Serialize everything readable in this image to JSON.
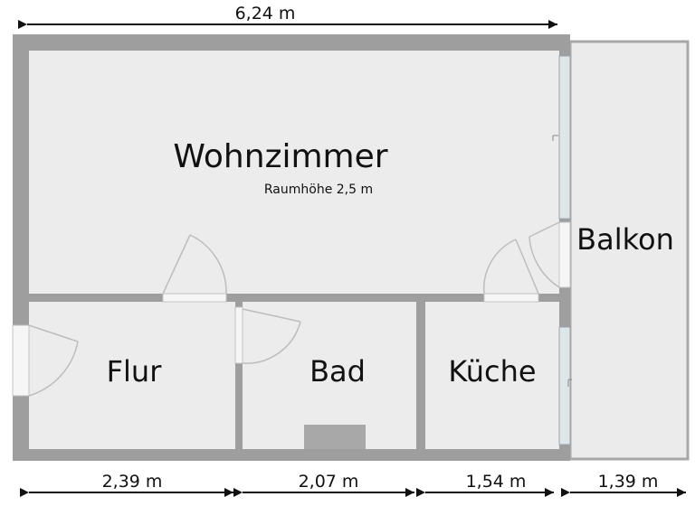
{
  "dimensions": {
    "top_width": "6,24 m",
    "bottom": [
      "2,39 m",
      "2,07 m",
      "1,54 m",
      "1,39 m"
    ]
  },
  "rooms": {
    "living": {
      "name": "Wohnzimmer",
      "note": "Raumhöhe 2,5 m"
    },
    "hall": {
      "name": "Flur"
    },
    "bath": {
      "name": "Bad"
    },
    "kitchen": {
      "name": "Küche"
    },
    "balcony": {
      "name": "Balkon"
    }
  },
  "colors": {
    "wall": "#9e9e9e",
    "floor": "#ececec",
    "window": "#dfe6ea",
    "door_arc": "#bdbdbd",
    "dimension_line": "#111111"
  }
}
